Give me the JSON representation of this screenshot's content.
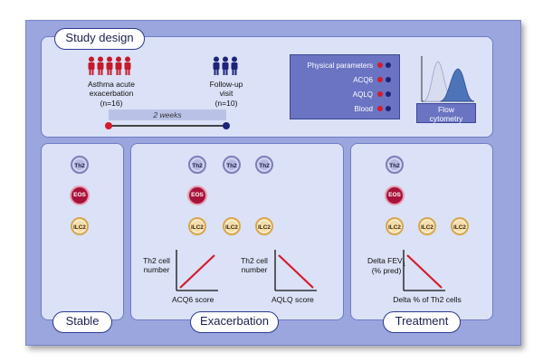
{
  "study_design": {
    "title": "Study design",
    "group1": {
      "label_line1": "Asthma acute",
      "label_line2": "exacerbation",
      "n": "(n=16)"
    },
    "group2": {
      "label_line1": "Follow-up",
      "label_line2": "visit",
      "n": "(n=10)"
    },
    "interval": "2 weeks",
    "measurements": [
      "Physical parameters",
      "ACQ6",
      "AQLQ",
      "Blood"
    ],
    "flow_label_line1": "Flow",
    "flow_label_line2": "cytometry"
  },
  "cells": {
    "th2": "Th2",
    "eos": "EOS",
    "ilc2": "ILC2"
  },
  "panels": {
    "stable": "Stable",
    "exacerbation": "Exacerbation",
    "treatment": "Treatment"
  },
  "plots": {
    "acq": {
      "ylabel_line1": "Th2 cell",
      "ylabel_line2": "number",
      "xlabel": "ACQ6 score"
    },
    "aqlq": {
      "ylabel_line1": "Th2 cell",
      "ylabel_line2": "number",
      "xlabel": "AQLQ score"
    },
    "fev": {
      "ylabel_line1": "Delta FEV",
      "ylabel_sub": "1",
      "ylabel_line2": "(% pred)",
      "xlabel": "Delta % of Th2 cells"
    }
  },
  "colors": {
    "red": "#d41c2b",
    "navy": "#1d237a",
    "frame": "#9aa6dd",
    "panel": "#dbe1f6"
  }
}
